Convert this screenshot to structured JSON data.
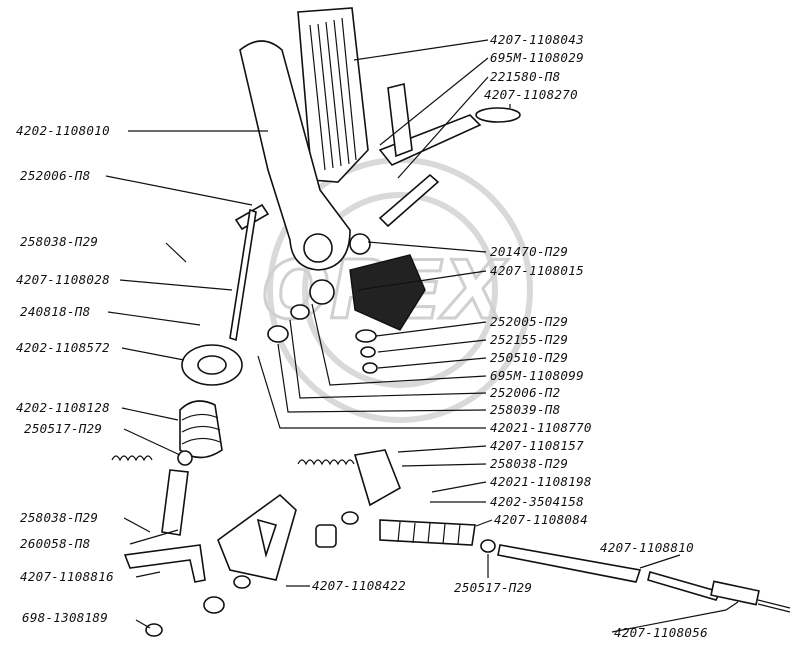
{
  "watermark": {
    "text": "OPEX"
  },
  "labels": [
    {
      "text": "4207-1108043"
    },
    {
      "text": "695М-1108029"
    },
    {
      "text": "221580-П8"
    },
    {
      "text": "4207-1108270"
    },
    {
      "text": "4202-1108010"
    },
    {
      "text": "252006-П8"
    },
    {
      "text": "258038-П29"
    },
    {
      "text": "201470-П29"
    },
    {
      "text": "4207-1108015"
    },
    {
      "text": "4207-1108028"
    },
    {
      "text": "240818-П8"
    },
    {
      "text": "252005-П29"
    },
    {
      "text": "252155-П29"
    },
    {
      "text": "4202-1108572"
    },
    {
      "text": "250510-П29"
    },
    {
      "text": "695М-1108099"
    },
    {
      "text": "252006-П2"
    },
    {
      "text": "258039-П8"
    },
    {
      "text": "4202-1108128"
    },
    {
      "text": "42021-1108770"
    },
    {
      "text": "250517-П29"
    },
    {
      "text": "4207-1108157"
    },
    {
      "text": "258038-П29"
    },
    {
      "text": "42021-1108198"
    },
    {
      "text": "4202-3504158"
    },
    {
      "text": "4207-1108084"
    },
    {
      "text": "258038-П29"
    },
    {
      "text": "260058-П8"
    },
    {
      "text": "4207-1108810"
    },
    {
      "text": "4207-1108816"
    },
    {
      "text": "4207-1108422"
    },
    {
      "text": "250517-П29"
    },
    {
      "text": "698-1308189"
    },
    {
      "text": "4207-1108056"
    }
  ]
}
